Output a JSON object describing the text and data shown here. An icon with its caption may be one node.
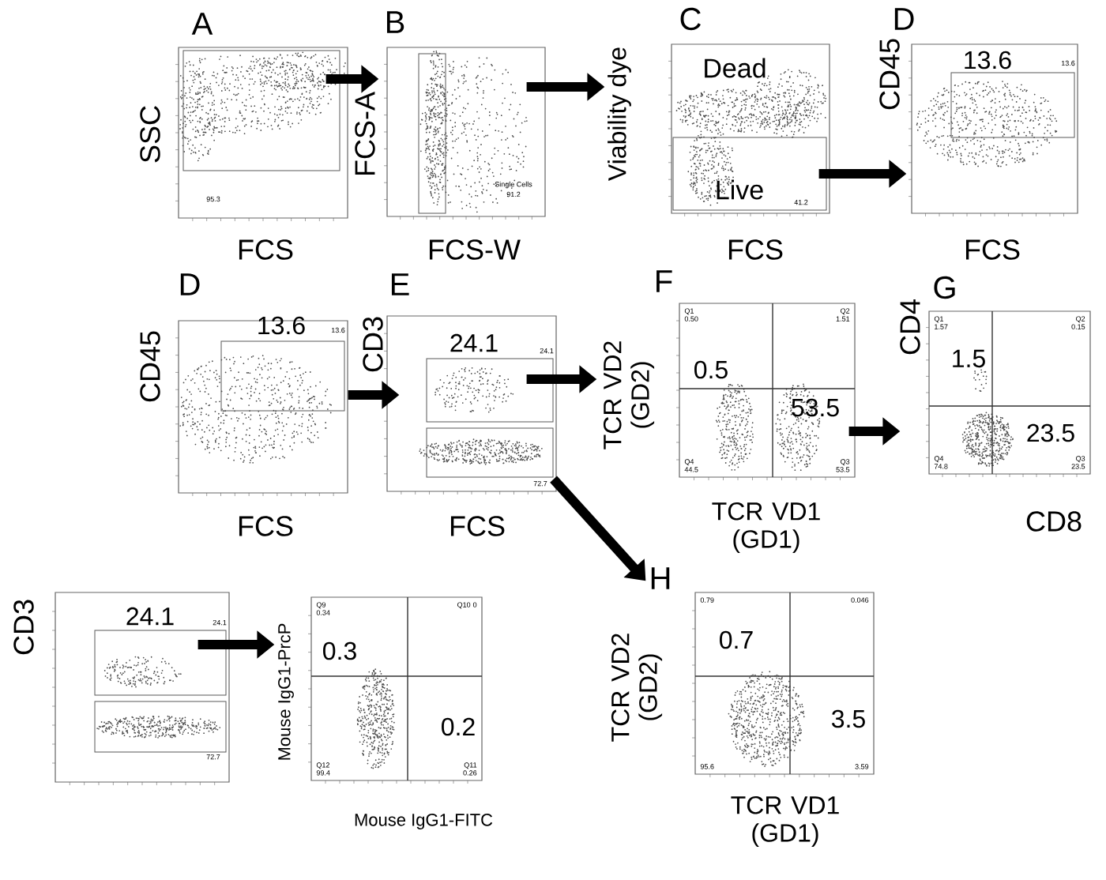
{
  "diagram": {
    "nodes": [
      {
        "text": [
          "A",
          "95.3"
        ],
        "beside": [
          "SSC",
          "FCS"
        ]
      },
      {
        "text": [
          "B",
          "Single Cells",
          "91.2"
        ],
        "beside": [
          "FCS-A",
          "FCS-W"
        ]
      },
      {
        "text": [
          "C",
          "Dead",
          "Live",
          "41.2"
        ],
        "beside": [
          "Viability dye",
          "FCS"
        ]
      },
      {
        "text": [
          "D",
          "13.6",
          "13.6"
        ],
        "beside": [
          "CD45",
          "FCS"
        ]
      },
      {
        "text": [
          "D",
          "13.6",
          "13.6"
        ],
        "beside": [
          "CD45",
          "FCS"
        ]
      },
      {
        "text": [
          "E",
          "24.1",
          "24.1",
          "72.7"
        ],
        "beside": [
          "CD3",
          "FCS"
        ]
      },
      {
        "text": [
          "F",
          "Q1 0.50",
          "Q2 1.51",
          "0.5",
          "53.5",
          "Q4 44.5",
          "Q3 53.5"
        ],
        "beside": [
          "TCR VD2 (GD2)",
          "TCR VD1 (GD1)"
        ]
      },
      {
        "text": [
          "G",
          "Q1 1.57",
          "Q2 0.15",
          "1.5",
          "23.5",
          "Q4 74.8",
          "Q3 23.5"
        ],
        "beside": [
          "CD4",
          "CD8"
        ]
      },
      {
        "text": [
          "24.1",
          "24.1",
          "72.7"
        ],
        "beside": [
          "CD3"
        ]
      },
      {
        "text": [
          "Q9 0.34",
          "Q10 0",
          "0.3",
          "0.2",
          "Q12 99.4",
          "Q11 0.26"
        ],
        "beside": [
          "Mouse IgG1-PrcP",
          "Mouse IgG1-FITC"
        ]
      },
      {
        "text": [
          "H",
          "0.79",
          "0.046",
          "0.7",
          "3.5",
          "95.6",
          "3.59"
        ],
        "beside": [
          "TCR VD2 (GD2)",
          "TCR VD1 (GD1)"
        ]
      }
    ],
    "edges": [
      {
        "from": 0,
        "to": 1,
        "arrow": "to"
      },
      {
        "from": 1,
        "to": 2,
        "arrow": "to"
      },
      {
        "from": 2,
        "to": 3,
        "arrow": "to"
      },
      {
        "from": 4,
        "to": 5,
        "arrow": "to"
      },
      {
        "from": 5,
        "to": 6,
        "arrow": "to"
      },
      {
        "from": 6,
        "to": 7,
        "arrow": "to"
      },
      {
        "from": 5,
        "to": 10,
        "arrow": "to"
      },
      {
        "from": 8,
        "to": 9,
        "arrow": "to"
      }
    ]
  }
}
